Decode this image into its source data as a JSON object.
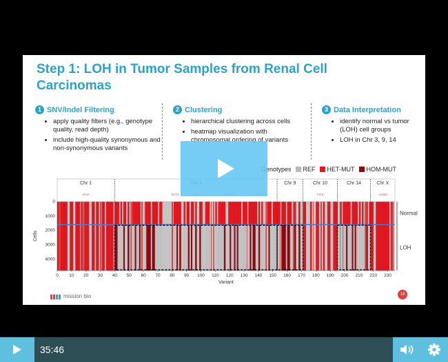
{
  "slide": {
    "title": "Step 1: LOH in Tumor Samples from Renal Cell Carcinomas",
    "sections": [
      {
        "num": "1",
        "heading": "SNV/Indel Filtering",
        "bullets": [
          "apply quality filters (e.g., genotype quality, read depth)",
          "include high-quality synonymous and non-synonymous variants"
        ]
      },
      {
        "num": "2",
        "heading": "Clustering",
        "bullets": [
          "hierarchical clustering across cells",
          "heatmap visualization with chromosomal ordering of variants"
        ]
      },
      {
        "num": "3",
        "heading": "Data Interpretation",
        "bullets": [
          "identify normal vs tumor (LOH) cell groups",
          "LOH in Chr 3, 9, 14"
        ]
      }
    ],
    "legend": {
      "title": "Genotypes",
      "items": [
        {
          "label": "REF",
          "color": "#b8b8b8"
        },
        {
          "label": "HET-MUT",
          "color": "#e8141e"
        },
        {
          "label": "HOM-MUT",
          "color": "#8a0a12"
        }
      ]
    },
    "logo": "mission bio",
    "page_number": "18"
  },
  "chart_data": {
    "type": "heatmap",
    "xlabel": "Variant",
    "ylabel": "Cells",
    "x_ticks": [
      0,
      10,
      20,
      30,
      40,
      50,
      60,
      70,
      80,
      90,
      100,
      110,
      120,
      130,
      140,
      150,
      160,
      170,
      180,
      190,
      200,
      210,
      220,
      230
    ],
    "y_ticks": [
      0,
      1000,
      2000,
      3000,
      4000
    ],
    "xlim": [
      0,
      235
    ],
    "ylim": [
      0,
      4800
    ],
    "chromosomes": [
      {
        "label": "Chr 1",
        "start": 0,
        "end": 40
      },
      {
        "label": "Chr 3",
        "start": 40,
        "end": 153
      },
      {
        "label": "Chr 9",
        "start": 153,
        "end": 171
      },
      {
        "label": "Chr 10",
        "start": 171,
        "end": 195
      },
      {
        "label": "Chr 14",
        "start": 195,
        "end": 218
      },
      {
        "label": "Chr X",
        "start": 218,
        "end": 235
      }
    ],
    "gene_labels": [
      {
        "label": "MTOR",
        "x": 20
      },
      {
        "label": "SETD2",
        "x": 82
      },
      {
        "label": "BAP1",
        "x": 97
      },
      {
        "label": "PBRM1",
        "x": 120
      },
      {
        "label": "PIK3CA",
        "x": 143
      },
      {
        "label": "PTEN",
        "x": 183
      },
      {
        "label": "KDM5C",
        "x": 227
      }
    ],
    "groups": [
      {
        "label": "Normal",
        "start": 0,
        "end": 1600
      },
      {
        "label": "LOH",
        "start": 1600,
        "end": 4800
      }
    ],
    "loh_regions": [
      [
        40,
        153
      ],
      [
        153,
        171
      ],
      [
        195,
        218
      ]
    ]
  },
  "player": {
    "time": "35:46"
  }
}
